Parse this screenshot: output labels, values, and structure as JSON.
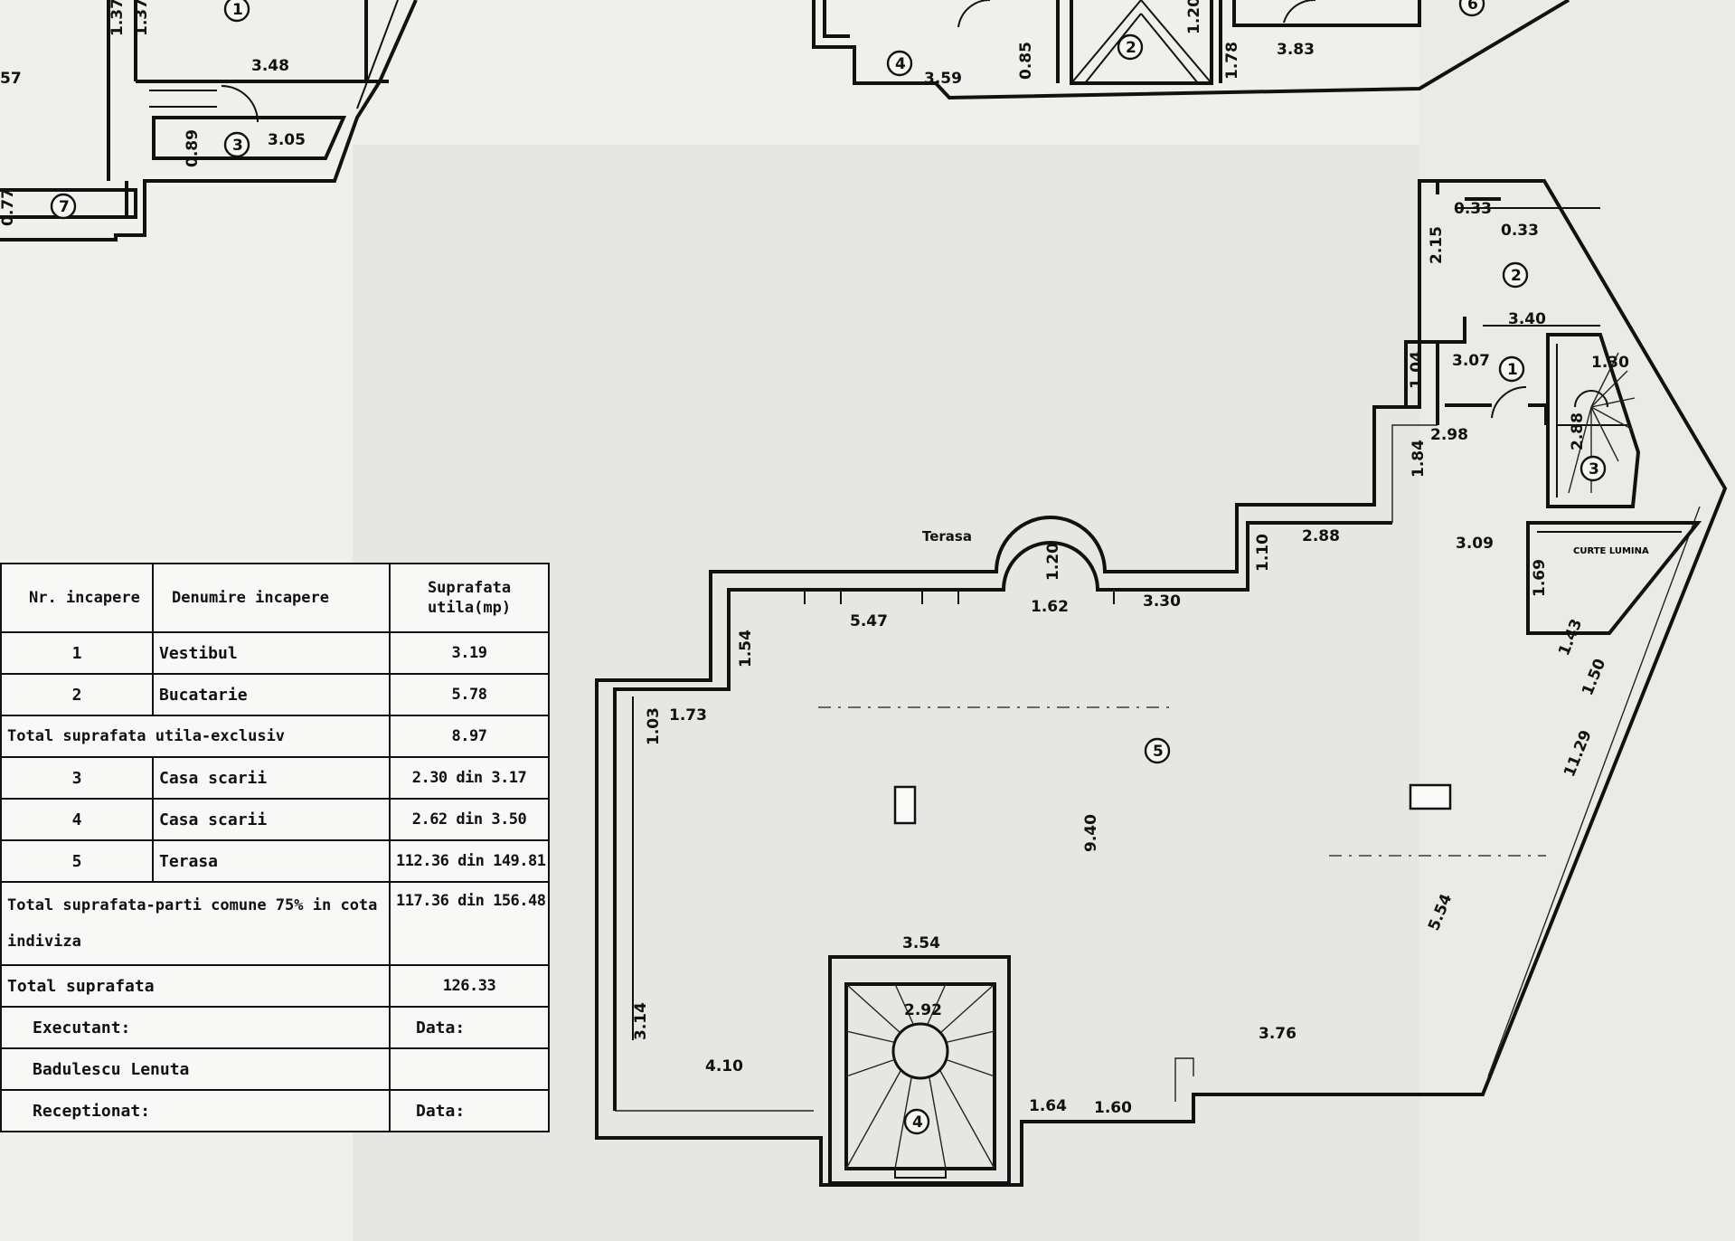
{
  "plan": {
    "terrace_label": "Terasa",
    "stair_box_label": "CURTE LUMINA",
    "dimensions": [
      "5.47",
      "1.20",
      "1.62",
      "3.30",
      "1.10",
      "2.88",
      "3.09",
      "1.69",
      "1.54",
      "1.73",
      "1.03",
      "9.40",
      "11.29",
      "5.54",
      "1.50",
      "1.43",
      "3.54",
      "2.92",
      "3.14",
      "4.10",
      "1.64",
      "1.60",
      "3.76",
      "3.07",
      "3.40",
      "0.33",
      "2.15",
      "1.04",
      "2.98",
      "1.84",
      "2.88",
      "1.30",
      "0.33"
    ],
    "room_markers": [
      "1",
      "2",
      "3",
      "4",
      "5"
    ]
  },
  "top_left_plan": {
    "dimensions": [
      "1.37",
      "1.37",
      "3.48",
      "3.05",
      "0.89",
      "0.77",
      "57"
    ],
    "room_markers": [
      "1",
      "3",
      "7"
    ]
  },
  "top_right_plan": {
    "dimensions": [
      "3.59",
      "0.85",
      "1.20",
      "1.78",
      "3.83"
    ],
    "room_markers": [
      "4",
      "2",
      "6"
    ]
  },
  "legend": {
    "header": {
      "nr": "Nr. incapere",
      "denumire": "Denumire incapere",
      "suprafata": "Suprafata utila(mp)"
    },
    "rooms_exclusive": [
      {
        "nr": "1",
        "name": "Vestibul",
        "area": "3.19"
      },
      {
        "nr": "2",
        "name": "Bucatarie",
        "area": "5.78"
      }
    ],
    "total_exclusive": {
      "label": "Total suprafata utila-exclusiv",
      "value": "8.97"
    },
    "rooms_common": [
      {
        "nr": "3",
        "name": "Casa scarii",
        "area": "2.30 din 3.17"
      },
      {
        "nr": "4",
        "name": "Casa scarii",
        "area": "2.62 din 3.50"
      },
      {
        "nr": "5",
        "name": "Terasa",
        "area": "112.36 din 149.81"
      }
    ],
    "total_common": {
      "label": "Total suprafata-parti comune 75% in cota indiviza",
      "value": "117.36 din 156.48"
    },
    "total": {
      "label": "Total suprafata",
      "value": "126.33"
    },
    "executant": {
      "label": "Executant:",
      "date": "Data:"
    },
    "executant_name": "Badulescu Lenuta",
    "receptionat": {
      "label": "Receptionat:",
      "date": "Data:"
    }
  }
}
